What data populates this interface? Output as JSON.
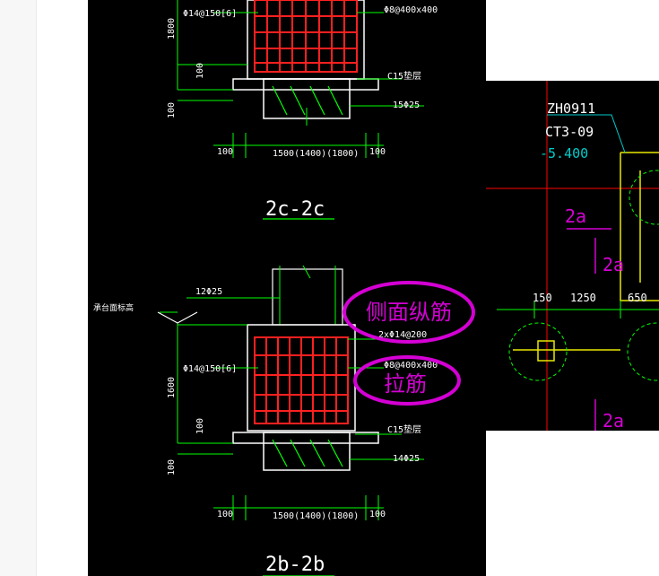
{
  "left_drawing": {
    "section_2c": {
      "stirrup_label": "Φ14@150[6]",
      "tie_label": "Φ8@400x400",
      "dim_height": "1800",
      "dim_100a": "100",
      "dim_100b": "100",
      "cushion_label": "C15垫层",
      "bottom_bars": "15Φ25",
      "dim_left": "100",
      "width_label": "1500(1400)(1800)",
      "dim_right": "100",
      "title": "2c-2c"
    },
    "section_2b": {
      "top_bars": "12Φ25",
      "ground_label": "承台面标高",
      "side_bars": "2xΦ14@200",
      "tie_label": "Φ8@400x400",
      "stirrup_label": "Φ14@150[6]",
      "dim_height": "1600",
      "dim_100a": "100",
      "dim_100b": "100",
      "cushion_label": "C15垫层",
      "bottom_bars": "14Φ25",
      "dim_left": "100",
      "width_label": "1500(1400)(1800)",
      "dim_right": "100",
      "title": "2b-2b"
    },
    "annotations": {
      "side_rebar": "侧面纵筋",
      "tie_bar": "拉筋"
    }
  },
  "right_drawing": {
    "zh_code": "ZH0911",
    "ct_code": "CT3-09",
    "elevation": "-5.400",
    "label_2a_top": "2a",
    "label_2a_vertical": "2a",
    "dim_150": "150",
    "dim_1250": "1250",
    "dim_650": "650",
    "label_2a_bottom": "2a"
  },
  "colors": {
    "background": "#000000",
    "rebar": "#ff2020",
    "dimension": "#00ff00",
    "text": "#ffffff",
    "annotation": "#d400d4",
    "axis_red": "#ff0000",
    "cyan": "#00cccc",
    "yellow": "#e8e800"
  }
}
